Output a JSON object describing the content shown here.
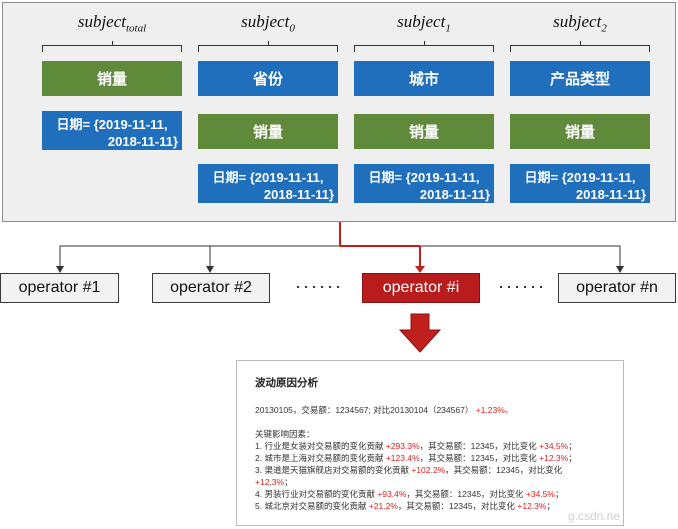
{
  "subjects": [
    {
      "main": "subject",
      "sub": "total",
      "boxes": [
        {
          "kind": "green",
          "label": "销量"
        }
      ],
      "date": [
        "日期= {2019-11-11,",
        "2018-11-11}"
      ]
    },
    {
      "main": "subject",
      "sub": "0",
      "boxes": [
        {
          "kind": "blue",
          "label": "省份"
        },
        {
          "kind": "green",
          "label": "销量"
        }
      ],
      "date": [
        "日期= {2019-11-11,",
        "2018-11-11}"
      ]
    },
    {
      "main": "subject",
      "sub": "1",
      "boxes": [
        {
          "kind": "blue",
          "label": "城市"
        },
        {
          "kind": "green",
          "label": "销量"
        }
      ],
      "date": [
        "日期= {2019-11-11,",
        "2018-11-11}"
      ]
    },
    {
      "main": "subject",
      "sub": "2",
      "boxes": [
        {
          "kind": "blue",
          "label": "产品类型"
        },
        {
          "kind": "green",
          "label": "销量"
        }
      ],
      "date": [
        "日期= {2019-11-11,",
        "2018-11-11}"
      ]
    }
  ],
  "operators": [
    "operator #1",
    "operator #2",
    "operator #i",
    "operator #n"
  ],
  "ellipsis": "······",
  "colors": {
    "green": "#5f8a3a",
    "blue": "#1f6fbd",
    "active": "#b81c1c",
    "highlight": "#e02020"
  },
  "report": {
    "title": "波动原因分析",
    "summary": {
      "text": "20130105，交易额：1234567; 对比20130104（234567）",
      "delta": "+1.23%。"
    },
    "factors_heading": "关键影响因素：",
    "items": [
      {
        "text": "1. 行业是女装对交易额的变化贡献 ",
        "pct": "+293.3%",
        "mid": "，其交易额：12345，对比变化 ",
        "chg": "+34.5%",
        "end": "；"
      },
      {
        "text": "2. 城市是上海对交易额的变化贡献 ",
        "pct": "+123.4%",
        "mid": "，其交易额：12345，对比变化 ",
        "chg": "+12.3%",
        "end": "；"
      },
      {
        "text": "3. 渠道是天猫旗舰店对交易额的变化贡献 ",
        "pct": "+102.2%",
        "mid": "，其交易额：12345，对比变化",
        "chg": "",
        "end": ""
      },
      {
        "text": "",
        "pct": "",
        "mid": "",
        "chg": "+12.3%",
        "end": "；"
      },
      {
        "text": "4. 男装行业对交易额的变化贡献 ",
        "pct": "+93.4%",
        "mid": "，其交易额：12345，对比变化 ",
        "chg": "+34.5%",
        "end": "；"
      },
      {
        "text": "5. 城北京对交易额的变化贡献 ",
        "pct": "+21.2%",
        "mid": "，其交易额：12345，对比变化 ",
        "chg": "+12.3%",
        "end": "；"
      }
    ]
  },
  "watermark": "g.csdn.ne"
}
